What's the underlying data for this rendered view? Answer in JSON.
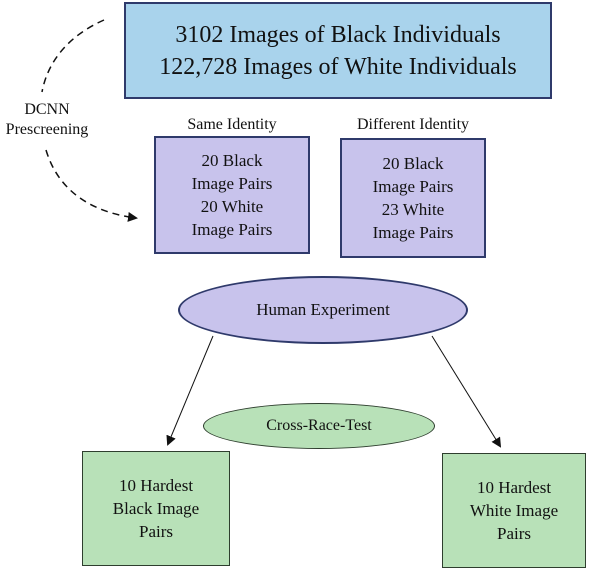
{
  "source": {
    "line1": "3102 Images of Black Individuals",
    "line2": "122,728 Images of White Individuals"
  },
  "prescreen": {
    "line1": "DCNN",
    "line2": "Prescreening"
  },
  "same_identity": {
    "header": "Same Identity",
    "lines": [
      "20 Black",
      "Image Pairs",
      "20 White",
      "Image Pairs"
    ]
  },
  "different_identity": {
    "header": "Different Identity",
    "lines": [
      "20 Black",
      "Image Pairs",
      "23 White",
      "Image Pairs"
    ]
  },
  "human_experiment": "Human Experiment",
  "cross_race_test": "Cross-Race-Test",
  "hardest_black": [
    "10 Hardest",
    "Black Image",
    "Pairs"
  ],
  "hardest_white": [
    "10 Hardest",
    "White Image",
    "Pairs"
  ],
  "colors": {
    "source_fill": "#a9d3ec",
    "identity_fill": "#c8c3ec",
    "result_fill": "#b8e1b8",
    "border": "#2f3a6b"
  }
}
